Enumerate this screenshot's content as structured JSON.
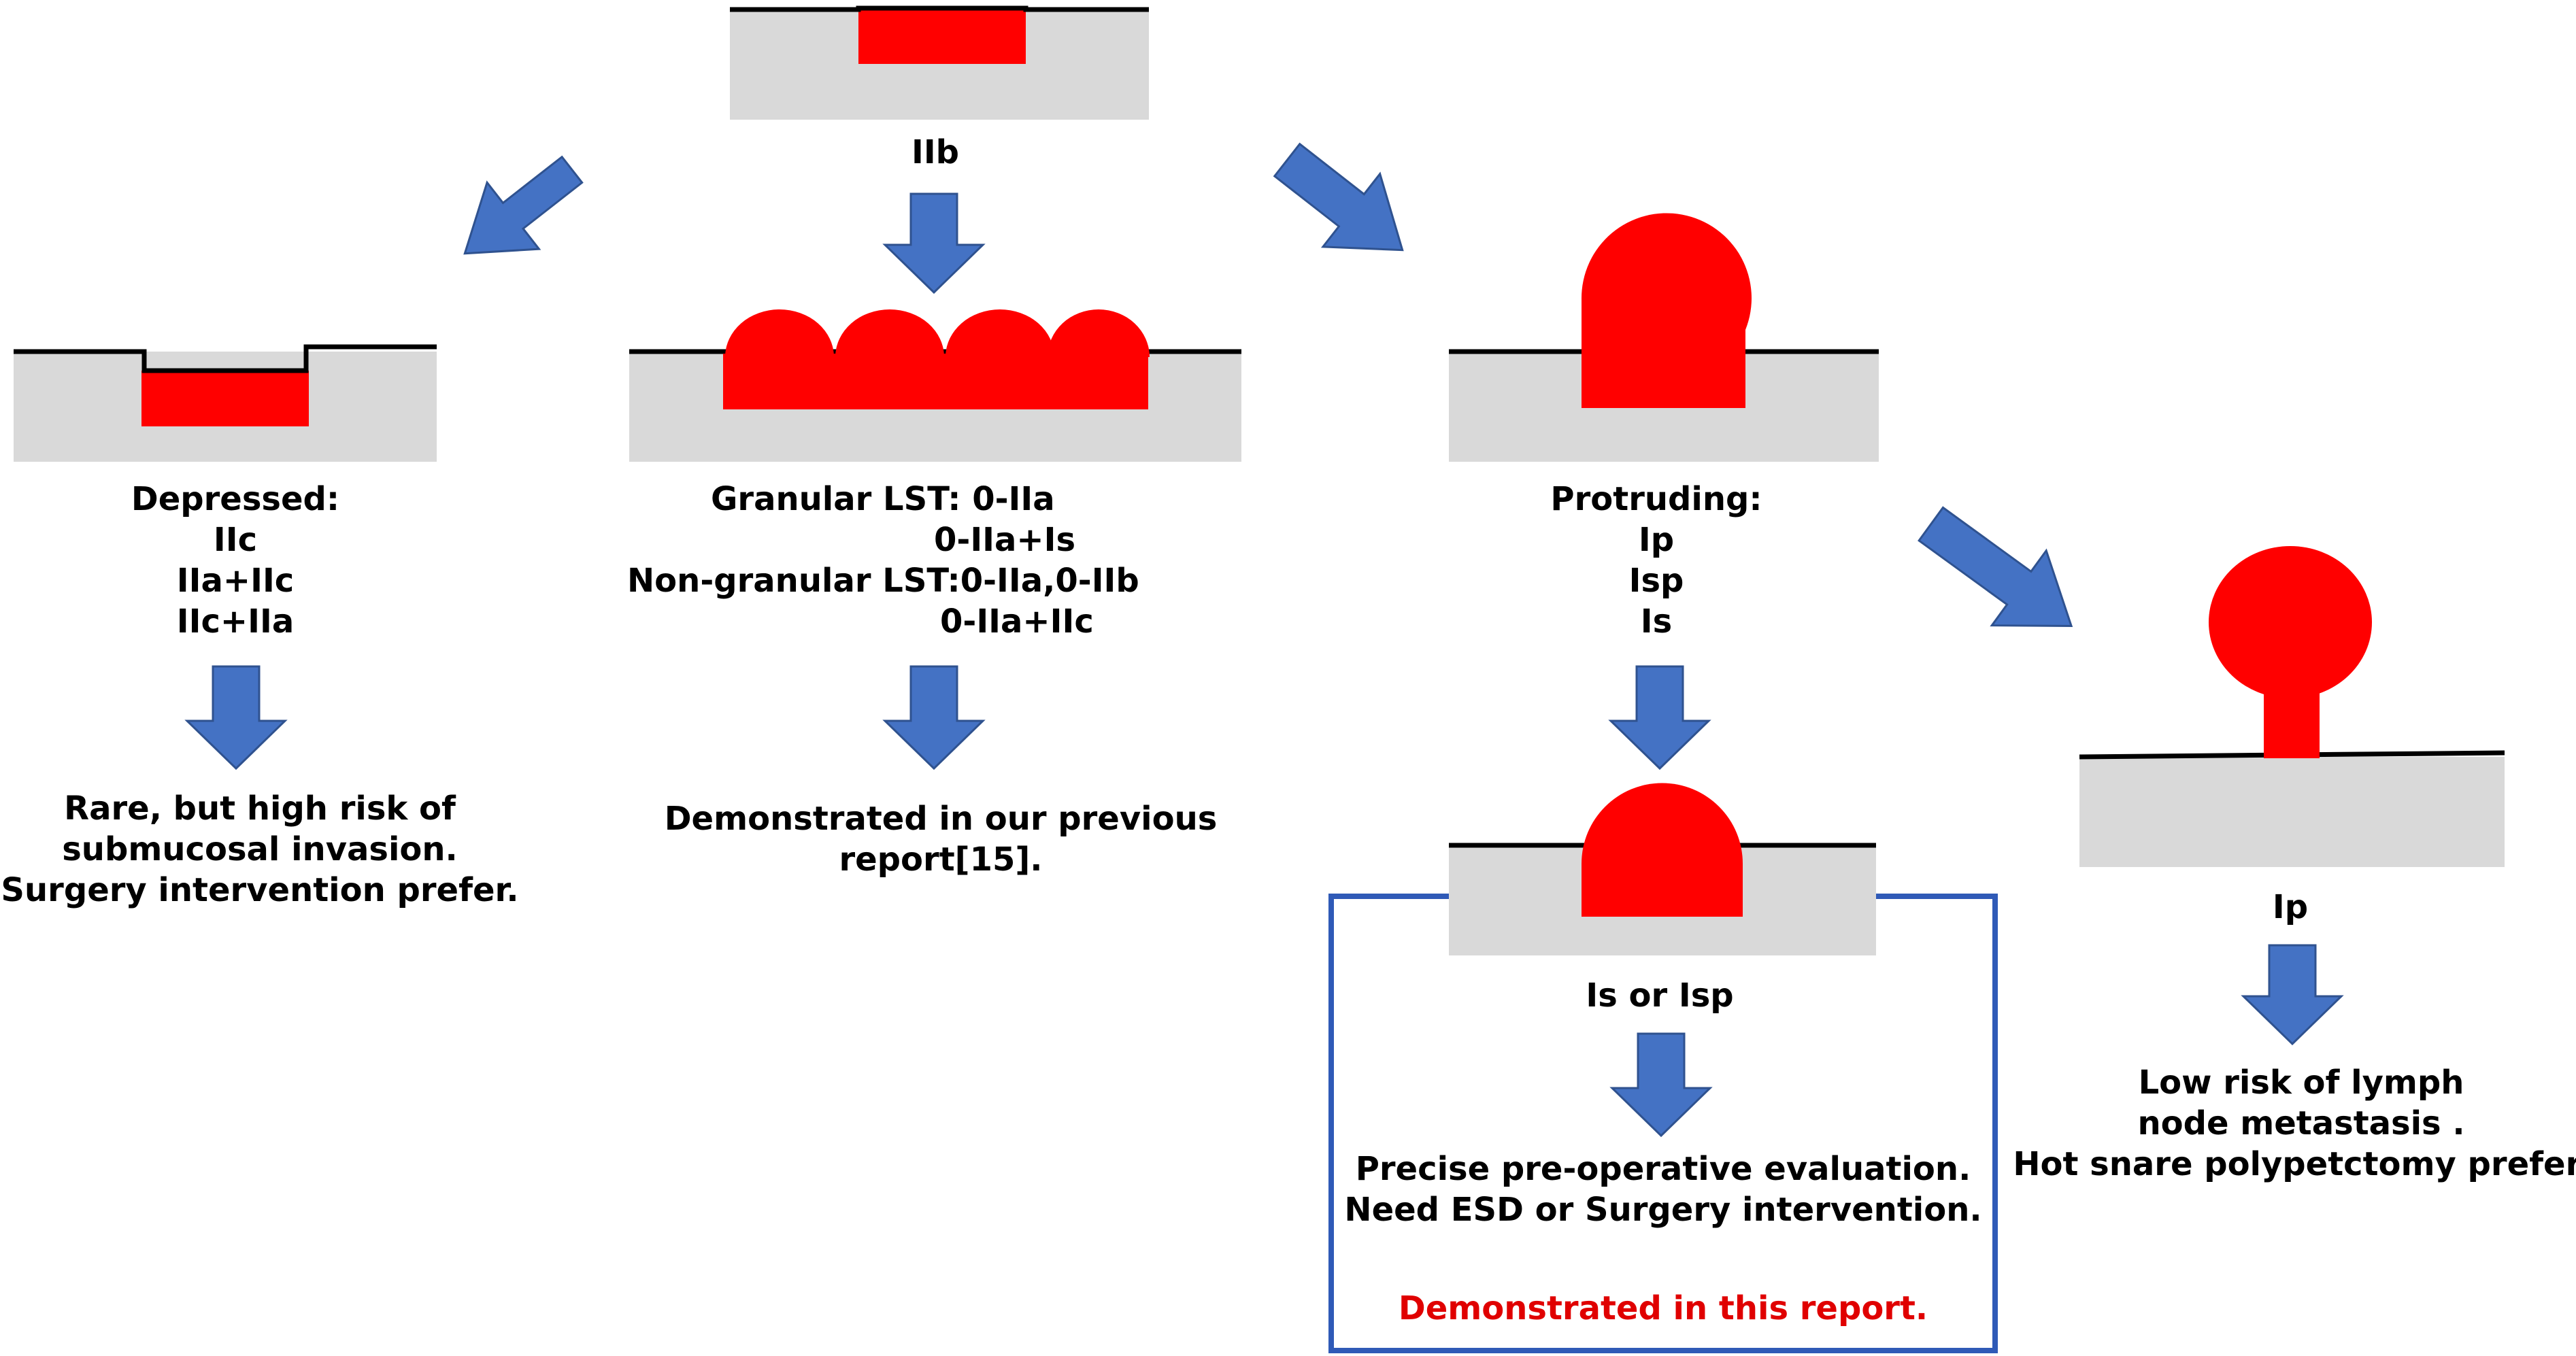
{
  "colors": {
    "tissue": "#d9d9d9",
    "lesion": "#ff0000",
    "surface_line": "#000000",
    "arrow": "#4472c4",
    "arrow_outline": "#2f528f",
    "highlight_box": "#2f5ab7",
    "emphasis_text": "#e00000"
  },
  "top": {
    "label": "IIb"
  },
  "depressed": {
    "heading": "Depressed:",
    "types": [
      "IIc",
      "IIa+IIc",
      "IIc+IIa"
    ],
    "note": [
      "Rare, but high risk of",
      "submucosal invasion.",
      "Surgery intervention prefer."
    ]
  },
  "granular": {
    "lines": [
      "Granular LST: 0-IIa",
      "0-IIa+Is",
      "Non-granular LST:0-IIa,0-IIb",
      "0-IIa+IIc"
    ],
    "note": [
      "Demonstrated in our previous",
      "report[15]."
    ]
  },
  "protruding": {
    "heading": "Protruding:",
    "types": [
      "Ip",
      "Isp",
      "Is"
    ]
  },
  "sessile": {
    "label": "Is or Isp",
    "note": [
      "Precise pre-operative evaluation.",
      "Need ESD or Surgery intervention."
    ],
    "emphasis": "Demonstrated in this report."
  },
  "pedunculated": {
    "label": "Ip",
    "note": [
      "Low risk of lymph",
      "node metastasis .",
      "Hot snare polypetctomy prefer."
    ]
  }
}
